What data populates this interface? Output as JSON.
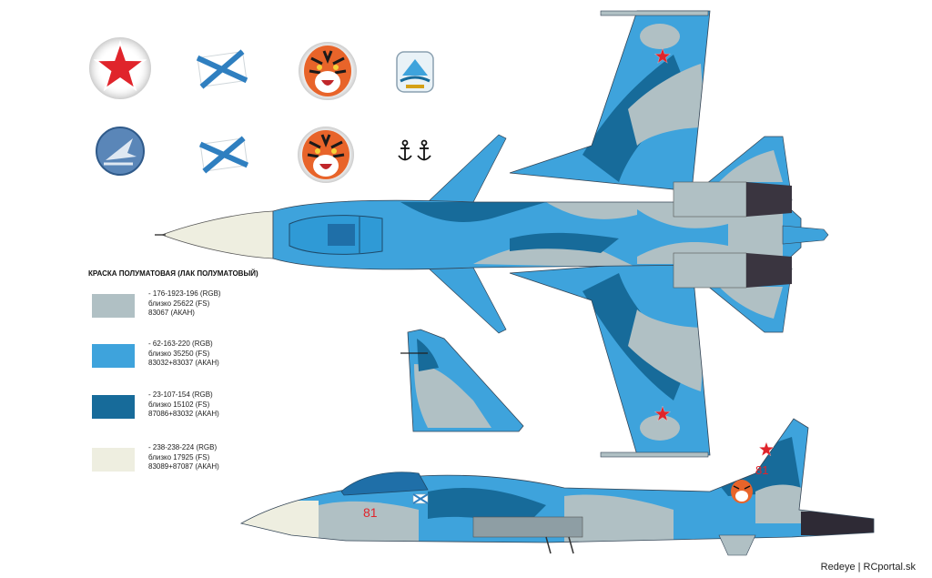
{
  "legend": {
    "title": "КРАСКА ПОЛУМАТОВАЯ (ЛАК ПОЛУМАТОВЫЙ)",
    "items": [
      {
        "rgb": "-   176-1923-196 (RGB)",
        "fs": "близко 25622 (FS)",
        "akan": "83067 (АКАН)",
        "color": "#b0c0c4"
      },
      {
        "rgb": "-   62-163-220 (RGB)",
        "fs": "близко 35250 (FS)",
        "akan": "83032+83037 (АКАН)",
        "color": "#3ea3dc"
      },
      {
        "rgb": "-   23-107-154 (RGB)",
        "fs": "близко 15102 (FS)",
        "akan": "87086+83032 (АКАН)",
        "color": "#176b9a"
      },
      {
        "rgb": "-   238-238-224 (RGB)",
        "fs": "близко 17925 (FS)",
        "akan": "83089+87087  (АКАН)",
        "color": "#eeeee0"
      }
    ]
  },
  "side_view": {
    "tail_number": "81",
    "fuselage_number": "81"
  },
  "credit": "Redeye | RCportal.sk",
  "colors": {
    "grey": "#b0c0c4",
    "light_blue": "#3ea3dc",
    "dark_blue": "#176b9a",
    "off_white": "#eeeee0",
    "red_star": "#e0242b"
  },
  "icons": {
    "star": "red-star-icon",
    "naval_ensign": "st-andrew-flag-icon",
    "tiger": "tiger-head-icon",
    "badge": "squadron-badge-icon",
    "sukhoi": "sukhoi-logo-icon",
    "anchors": "anchor-icon"
  }
}
